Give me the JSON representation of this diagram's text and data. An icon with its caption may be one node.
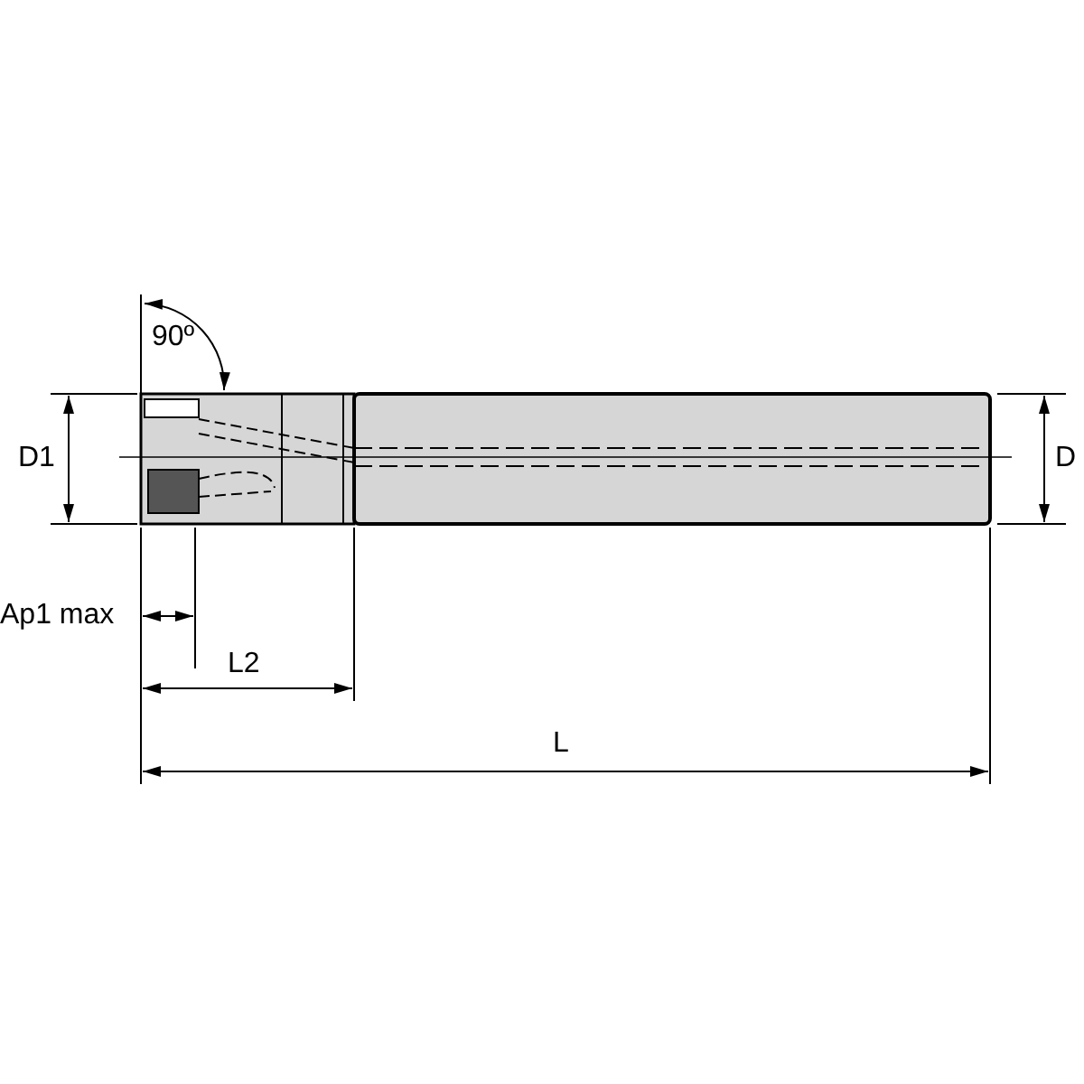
{
  "diagram": {
    "labels": [
      "90º",
      "D1",
      "D",
      "Ap1 max",
      "L2",
      "L"
    ]
  }
}
